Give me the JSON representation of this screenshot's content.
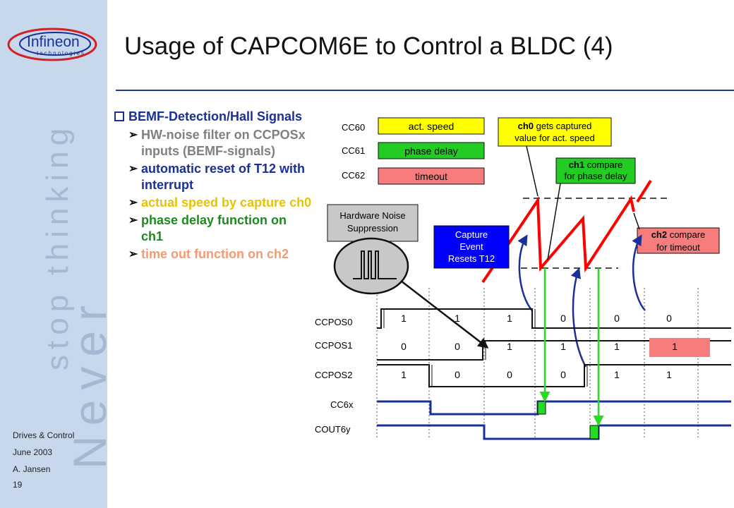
{
  "sidebar": {
    "logo": {
      "name": "Infineon",
      "sub": "technologies"
    },
    "tagline": {
      "line1": "Never",
      "line2": "stop thinking"
    },
    "meta": {
      "dept": "Drives & Control",
      "date": "June 2003",
      "author": "A. Jansen",
      "page": "19"
    }
  },
  "title": "Usage of CAPCOM6E to Control a BLDC (4)",
  "bullets": {
    "heading": "BEMF-Detection/Hall Signals",
    "items": [
      {
        "text": "HW-noise filter on CCPOSx inputs (BEMF-signals)",
        "color": "#808080"
      },
      {
        "text": "automatic reset of T12 with interrupt",
        "color": "#1a2f98"
      },
      {
        "text": "actual speed by capture ch0",
        "color": "#e8c400"
      },
      {
        "text": "phase delay function on ch1",
        "color": "#1e8a1e"
      },
      {
        "text": "time out function on ch2",
        "color": "#f59a70"
      }
    ]
  },
  "diagram": {
    "registers": [
      {
        "name": "CC60",
        "label": "act. speed",
        "color": "#ffff00"
      },
      {
        "name": "CC61",
        "label": "phase delay",
        "color": "#22cc22"
      },
      {
        "name": "CC62",
        "label": "timeout",
        "color": "#f77c7c"
      }
    ],
    "callouts": {
      "ch0": {
        "bold": "ch0",
        "rest": " gets captured",
        "line2": "value for act. speed"
      },
      "ch1": {
        "bold": "ch1",
        "rest": " compare",
        "line2": "for phase delay"
      },
      "ch2": {
        "bold": "ch2",
        "rest": " compare",
        "line2": "for timeout"
      },
      "noise": {
        "line1": "Hardware Noise",
        "line2": "Suppression"
      },
      "capture": {
        "line1": "Capture",
        "line2": "Event",
        "line3": "Resets T12"
      }
    },
    "signals": [
      {
        "name": "CCPOS0",
        "values": [
          "1",
          "1",
          "1",
          "0",
          "0",
          "0"
        ]
      },
      {
        "name": "CCPOS1",
        "values": [
          "0",
          "0",
          "1",
          "1",
          "1",
          "1"
        ]
      },
      {
        "name": "CCPOS2",
        "values": [
          "1",
          "0",
          "0",
          "0",
          "1",
          "1"
        ]
      },
      {
        "name": "CC6x"
      },
      {
        "name": "COUT6y"
      }
    ],
    "colors": {
      "accent_blue": "#0000ff",
      "saw": "#ff0000",
      "green": "#22dd22",
      "navy": "#1a2f98"
    }
  }
}
